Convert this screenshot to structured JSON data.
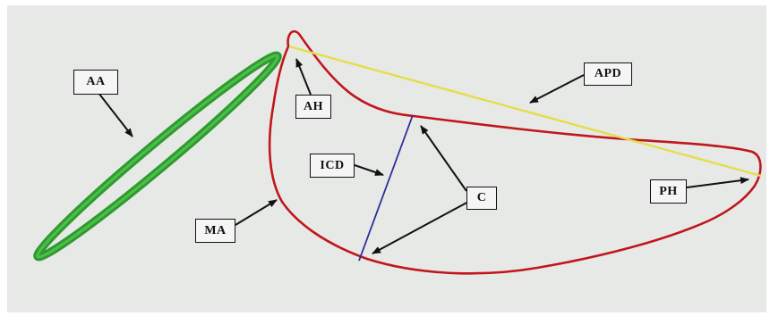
{
  "labels": {
    "aa": "AA",
    "ah": "AH",
    "apd": "APD",
    "icd": "ICD",
    "c": "C",
    "ma": "MA",
    "ph": "PH"
  },
  "colors": {
    "background": "#e7e9e7",
    "aortic_annulus": "#2f9a2f",
    "aortic_annulus_highlight": "#4cc04a",
    "mitral_annulus": "#c0161c",
    "anteroposterior_diameter": "#e4de4a",
    "intercommissural_diameter": "#2b2f9c",
    "arrow": "#111111"
  }
}
